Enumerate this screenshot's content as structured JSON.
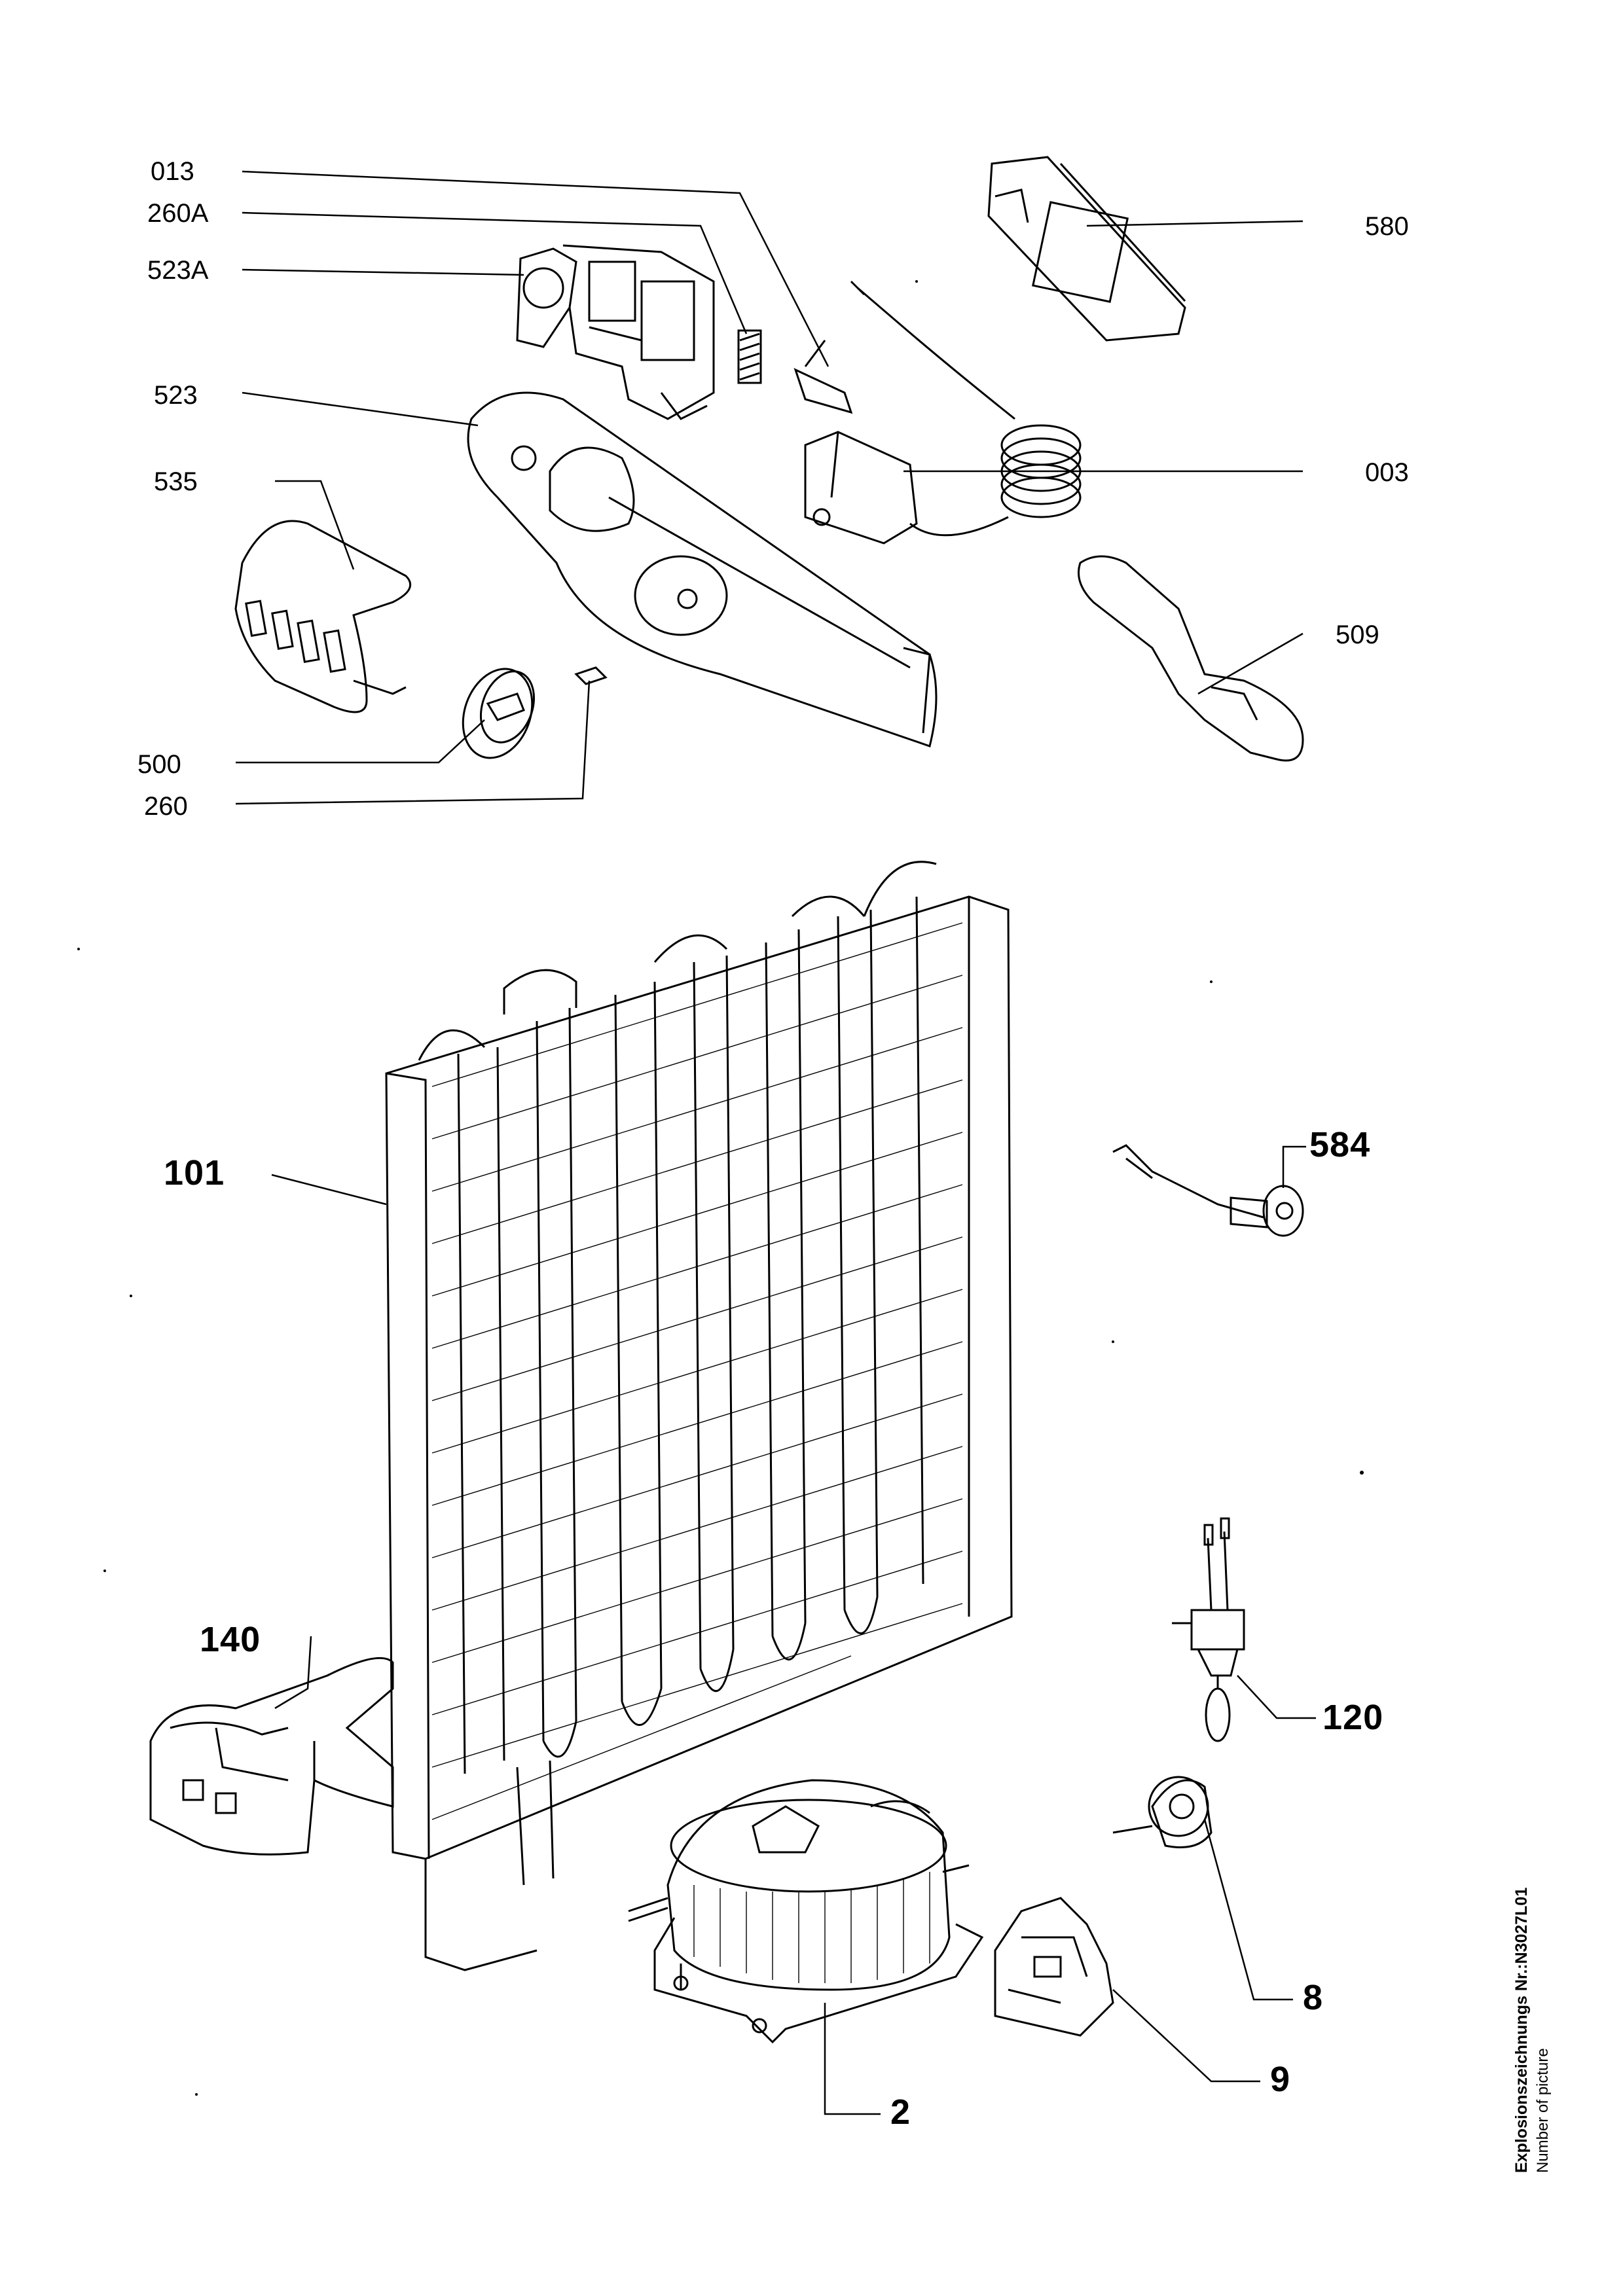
{
  "labels": {
    "p013": "013",
    "p260A": "260A",
    "p523A": "523A",
    "p523": "523",
    "p535": "535",
    "p500": "500",
    "p260": "260",
    "p580": "580",
    "p003": "003",
    "p509": "509",
    "p101": "101",
    "p584": "584",
    "p140": "140",
    "p120": "120",
    "p8": "8",
    "p9": "9",
    "p2": "2"
  },
  "footer": {
    "title": "Explosionszeichnungs Nr.:N3027L01",
    "subtitle": "Number of picture"
  }
}
